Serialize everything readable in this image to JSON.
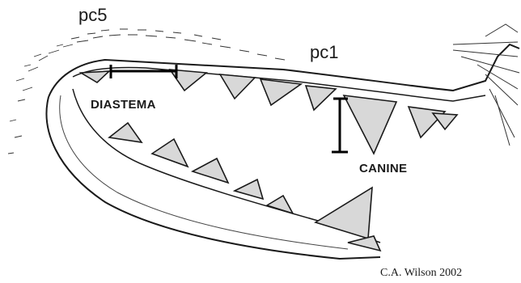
{
  "labels": {
    "pc5": "pc5",
    "pc1": "pc1",
    "diastema": "DIASTEMA",
    "canine": "CANINE",
    "credit": "C.A. Wilson 2002"
  },
  "colors": {
    "ink": "#1a1a1a",
    "tooth_fill": "#d8d8d8",
    "background": "#ffffff"
  }
}
